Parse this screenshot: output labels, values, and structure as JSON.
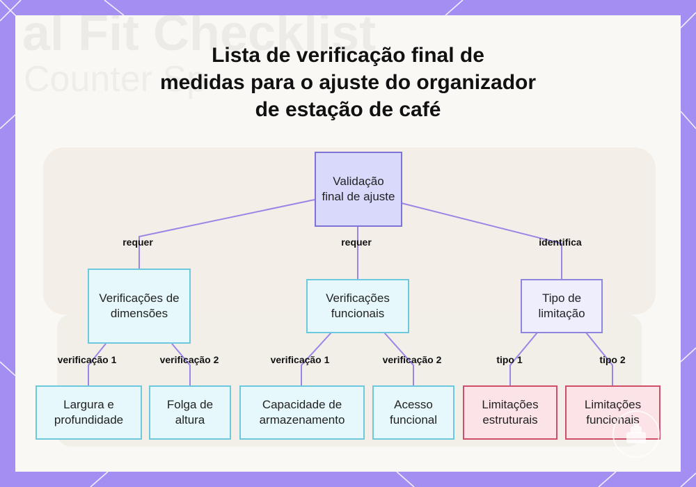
{
  "title": {
    "line1": "Lista de verificação final de",
    "line2": "medidas para o ajuste do organizador",
    "line3": "de estação de café"
  },
  "nodes": {
    "root": "Validação final de ajuste",
    "dimensions": "Verificações de dimensões",
    "functional": "Verificações funcionais",
    "limit_type": "Tipo de limitação",
    "width_depth": "Largura e profundidade",
    "height_clearance": "Folga de altura",
    "storage": "Capacidade de armazenamento",
    "access": "Acesso funcional",
    "structural": "Limitações estruturais",
    "functional_limits": "Limitações funcionais"
  },
  "edges": {
    "requires_1": "requer",
    "requires_2": "requer",
    "identifies": "identifica",
    "check1_a": "verificação 1",
    "check2_a": "verificação 2",
    "check1_b": "verificação 1",
    "check2_b": "verificação 2",
    "type1": "tipo 1",
    "type2": "tipo 2"
  },
  "background_text": {
    "big": "al Fit Checklist",
    "sub": "Counter Sp"
  },
  "colors": {
    "frame": "#a58ef2",
    "connector": "#9a85e6",
    "root_fill": "#d9d9fb",
    "cyan_border": "#6cc9dd",
    "red_border": "#cf4f68"
  }
}
